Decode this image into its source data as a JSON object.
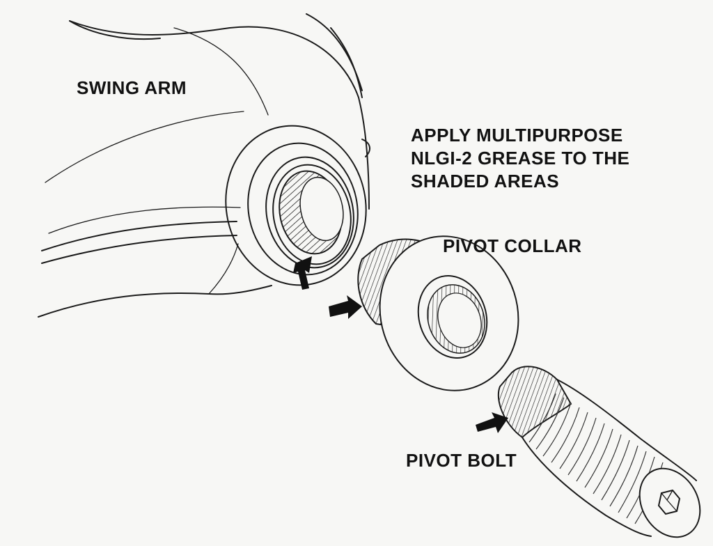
{
  "labels": {
    "swing_arm": "SWING ARM",
    "grease_note": [
      "APPLY MULTIPURPOSE",
      "NLGI-2 GREASE TO THE",
      "SHADED AREAS"
    ],
    "pivot_collar": "PIVOT COLLAR",
    "pivot_bolt": "PIVOT BOLT"
  },
  "colors": {
    "background": "#f7f7f5",
    "ink": "#1a1a1a"
  }
}
